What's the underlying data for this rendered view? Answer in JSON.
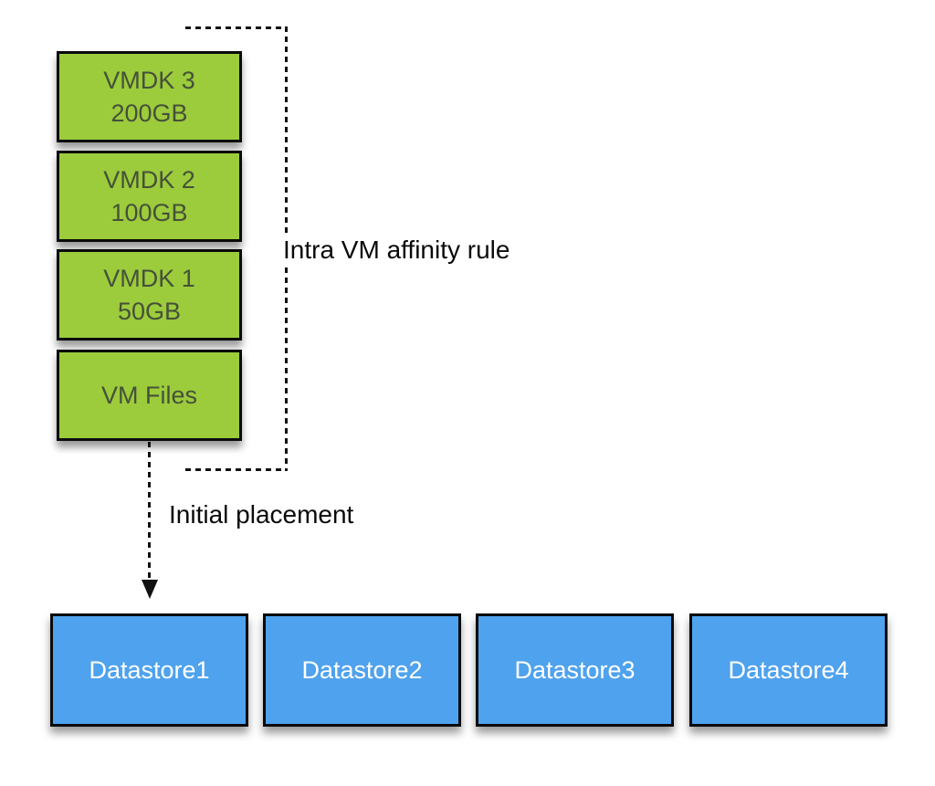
{
  "colors": {
    "vm_box_fill": "#9CCB3C",
    "vm_box_text": "#455139",
    "datastore_fill": "#4FA2ED",
    "datastore_text": "#FFFFFF",
    "box_border": "#0A0A0A",
    "line_color": "#111111",
    "label_text": "#0A0A0A",
    "background": "#FFFFFF"
  },
  "vm_stack": {
    "items": [
      {
        "line1": "VMDK 3",
        "line2": "200GB"
      },
      {
        "line1": "VMDK 2",
        "line2": "100GB"
      },
      {
        "line1": "VMDK 1",
        "line2": "50GB"
      },
      {
        "line1": "VM Files",
        "line2": ""
      }
    ]
  },
  "annotations": {
    "affinity_rule_label": "Intra VM affinity rule",
    "initial_placement_label": "Initial placement"
  },
  "datastores": {
    "items": [
      {
        "label": "Datastore1"
      },
      {
        "label": "Datastore2"
      },
      {
        "label": "Datastore3"
      },
      {
        "label": "Datastore4"
      }
    ]
  }
}
